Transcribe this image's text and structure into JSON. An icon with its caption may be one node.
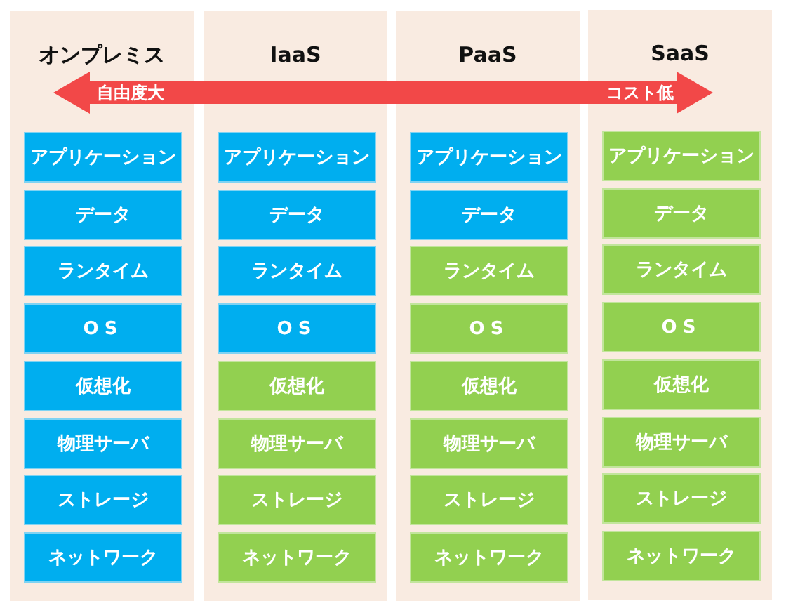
{
  "diagram": {
    "nodes": [
      {
        "text": [
          "オンプレミス"
        ]
      },
      {
        "text": [
          "アプリケーション"
        ],
        "in": 0
      },
      {
        "text": [
          "データ"
        ],
        "in": 0
      },
      {
        "text": [
          "ランタイム"
        ],
        "in": 0
      },
      {
        "text": [
          "OS"
        ],
        "in": 0
      },
      {
        "text": [
          "仮想化"
        ],
        "in": 0
      },
      {
        "text": [
          "物理サーバ"
        ],
        "in": 0
      },
      {
        "text": [
          "ストレージ"
        ],
        "in": 0
      },
      {
        "text": [
          "ネットワーク"
        ],
        "in": 0
      },
      {
        "text": [
          "IaaS"
        ]
      },
      {
        "text": [
          "アプリケーション"
        ],
        "in": 9
      },
      {
        "text": [
          "データ"
        ],
        "in": 9
      },
      {
        "text": [
          "ランタイム"
        ],
        "in": 9
      },
      {
        "text": [
          "OS"
        ],
        "in": 9
      },
      {
        "text": [
          "仮想化"
        ],
        "in": 9
      },
      {
        "text": [
          "物理サーバ"
        ],
        "in": 9
      },
      {
        "text": [
          "ストレージ"
        ],
        "in": 9
      },
      {
        "text": [
          "ネットワーク"
        ],
        "in": 9
      },
      {
        "text": [
          "PaaS"
        ]
      },
      {
        "text": [
          "アプリケーション"
        ],
        "in": 18
      },
      {
        "text": [
          "データ"
        ],
        "in": 18
      },
      {
        "text": [
          "ランタイム"
        ],
        "in": 18
      },
      {
        "text": [
          "OS"
        ],
        "in": 18
      },
      {
        "text": [
          "仮想化"
        ],
        "in": 18
      },
      {
        "text": [
          "物理サーバ"
        ],
        "in": 18
      },
      {
        "text": [
          "ストレージ"
        ],
        "in": 18
      },
      {
        "text": [
          "ネットワーク"
        ],
        "in": 18
      },
      {
        "text": [
          "SaaS"
        ]
      },
      {
        "text": [
          "アプリケーション"
        ],
        "in": 27
      },
      {
        "text": [
          "データ"
        ],
        "in": 27
      },
      {
        "text": [
          "ランタイム"
        ],
        "in": 27
      },
      {
        "text": [
          "OS"
        ],
        "in": 27
      },
      {
        "text": [
          "仮想化"
        ],
        "in": 27
      },
      {
        "text": [
          "物理サーバ"
        ],
        "in": 27
      },
      {
        "text": [
          "ストレージ"
        ],
        "in": 27
      },
      {
        "text": [
          "ネットワーク"
        ],
        "in": 27
      }
    ],
    "labels": [
      "自由度大",
      "コスト低"
    ]
  }
}
